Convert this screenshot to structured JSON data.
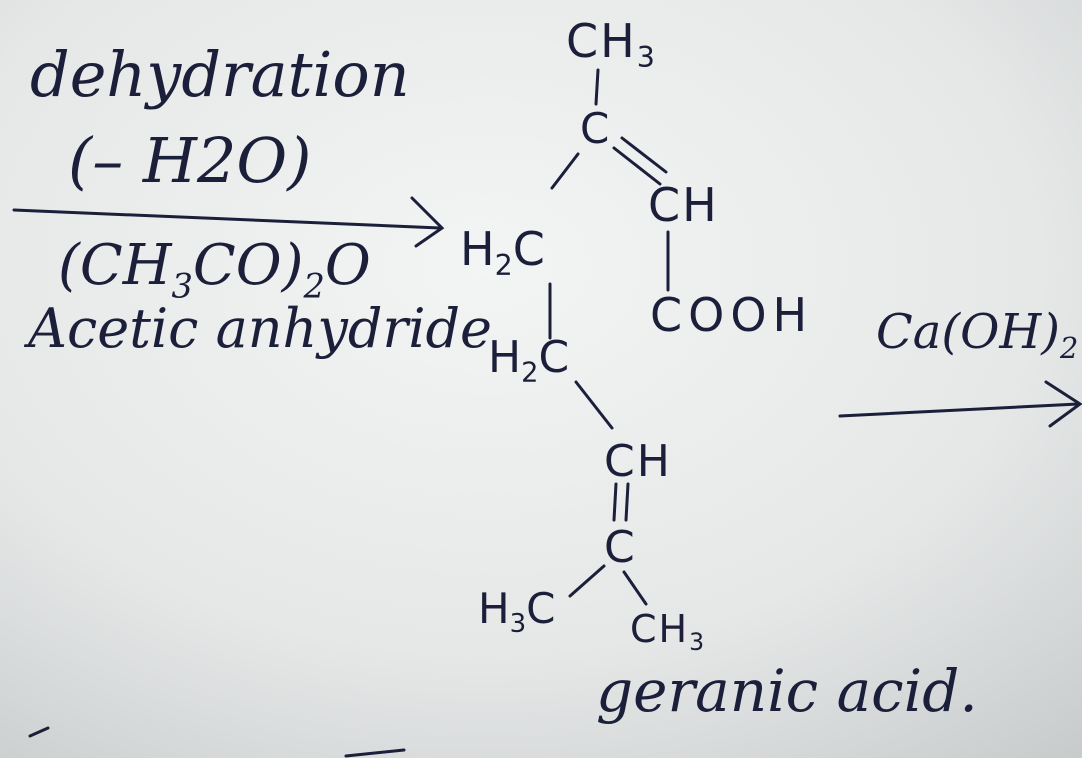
{
  "colors": {
    "ink": "#1b1f3a",
    "paper_light": "#f2f3f3",
    "paper_dark": "#c9cccd"
  },
  "reagents": {
    "line1": "dehydration",
    "line2": "(– H2O)",
    "line3_main": "(CH",
    "line3_sub1": "3",
    "line3_mid": "CO)",
    "line3_sub2": "2",
    "line3_end": "O",
    "line4": "Acetic anhydride"
  },
  "molecule": {
    "ch3_top": {
      "main": "CH",
      "sub": "3"
    },
    "c_top": "C",
    "ch_right": "CH",
    "h2c_upper": {
      "main": "H",
      "sub": "2",
      "end": "C"
    },
    "cooh": "COOH",
    "h2c_lower": {
      "main": "H",
      "sub": "2",
      "end": "C"
    },
    "ch_mid": "CH",
    "c_bottom": "C",
    "h3c_left": {
      "main": "H",
      "sub": "3",
      "end": "C"
    },
    "ch3_right": {
      "main": "CH",
      "sub": "3"
    }
  },
  "product_name": "geranic acid.",
  "next_reagent": {
    "main": "Ca(OH)",
    "sub": "2"
  }
}
